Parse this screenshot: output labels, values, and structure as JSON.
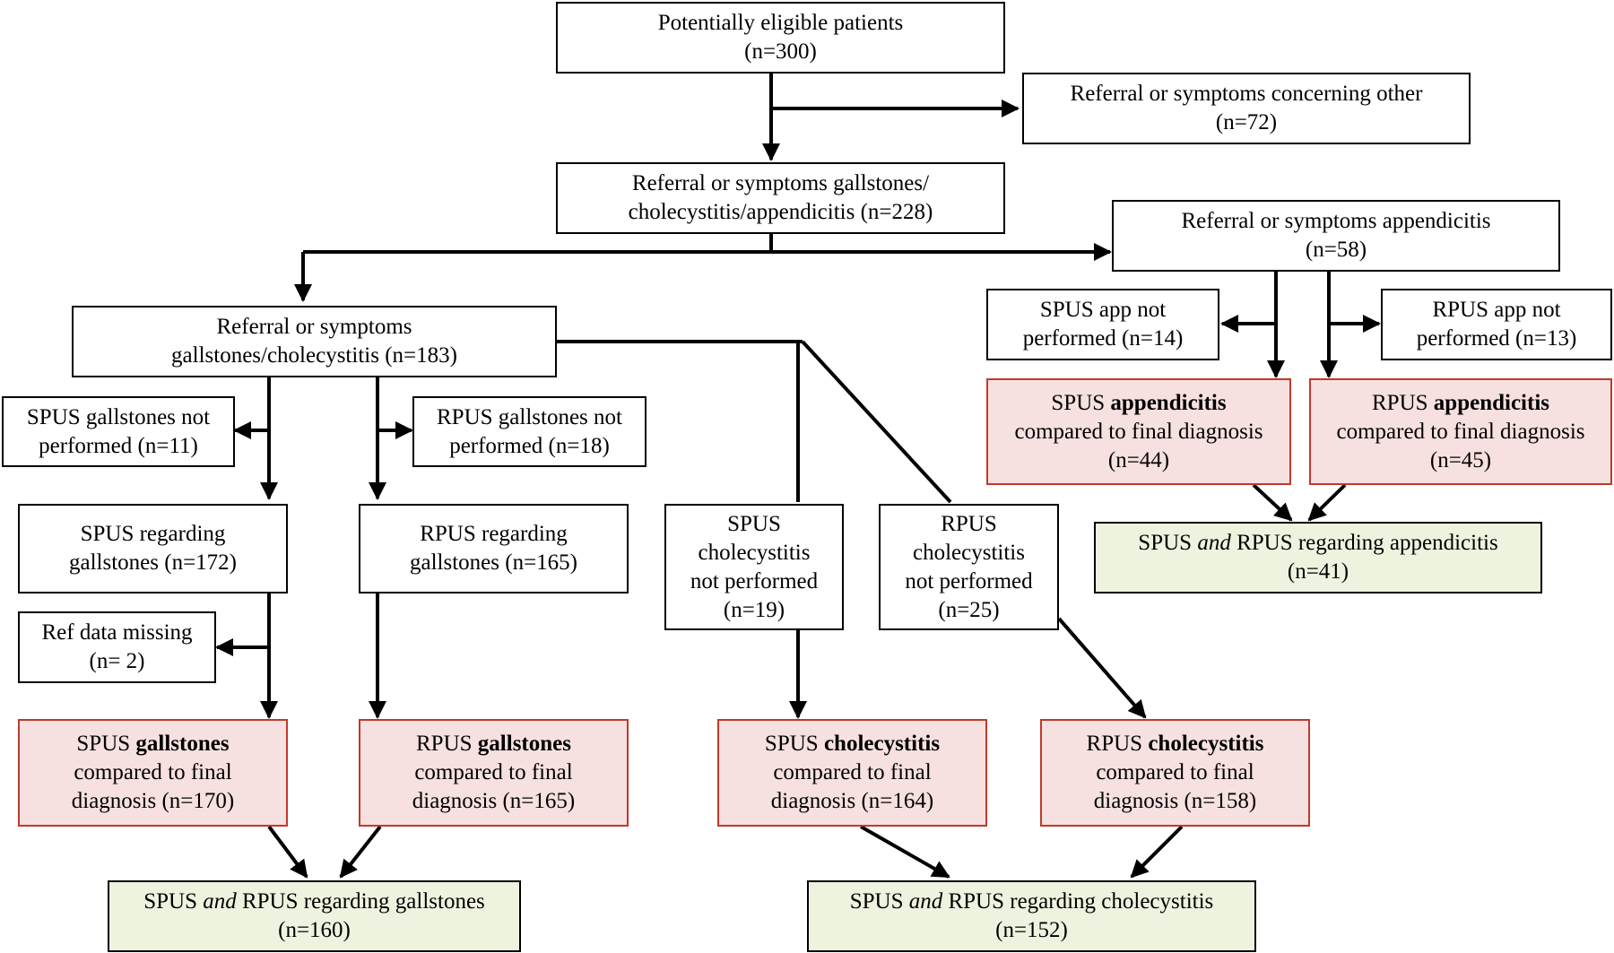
{
  "boxes": {
    "eligible": {
      "line1": "Potentially eligible patients",
      "line2": "(n=300)"
    },
    "other": {
      "line1": "Referral or symptoms concerning other",
      "line2": "(n=72)"
    },
    "gca": {
      "line1": "Referral or symptoms gallstones/",
      "line2": "cholecystitis/appendicitis (n=228)"
    },
    "appendicitis": {
      "line1": "Referral or symptoms appendicitis",
      "line2": "(n=58)"
    },
    "gc": {
      "line1": "Referral or symptoms",
      "line2": "gallstones/cholecystitis (n=183)"
    },
    "spus_app_np": {
      "line1": "SPUS app not",
      "line2": "performed (n=14)"
    },
    "rpus_app_np": {
      "line1": "RPUS app not",
      "line2": "performed (n=13)"
    },
    "spus_app": {
      "pre": "SPUS ",
      "bold": "appendicitis",
      "line2": "compared to final diagnosis",
      "line3": "(n=44)"
    },
    "rpus_app": {
      "pre": "RPUS ",
      "bold": "appendicitis",
      "line2": "compared to final diagnosis",
      "line3": "(n=45)"
    },
    "spus_gs_np": {
      "line1": "SPUS gallstones not",
      "line2": "performed (n=11)"
    },
    "rpus_gs_np": {
      "line1": "RPUS gallstones not",
      "line2": "performed (n=18)"
    },
    "both_app": {
      "pre": "SPUS ",
      "ital": "and",
      "post": " RPUS regarding appendicitis",
      "line2": "(n=41)"
    },
    "spus_gs_reg": {
      "line1": "SPUS regarding",
      "line2": "gallstones (n=172)"
    },
    "rpus_gs_reg": {
      "line1": "RPUS regarding",
      "line2": "gallstones (n=165)"
    },
    "spus_ch_np": {
      "line1": "SPUS",
      "line2": "cholecystitis",
      "line3": "not performed",
      "line4": "(n=19)"
    },
    "rpus_ch_np": {
      "line1": "RPUS",
      "line2": "cholecystitis",
      "line3": "not performed",
      "line4": "(n=25)"
    },
    "ref_missing": {
      "line1": "Ref data missing",
      "line2": "(n= 2)"
    },
    "spus_gs": {
      "pre": "SPUS ",
      "bold": "gallstones",
      "line2": "compared to final",
      "line3": "diagnosis (n=170)"
    },
    "rpus_gs": {
      "pre": "RPUS ",
      "bold": "gallstones",
      "line2": "compared to final",
      "line3": "diagnosis (n=165)"
    },
    "spus_ch": {
      "pre": "SPUS ",
      "bold": "cholecystitis",
      "line2": "compared to final",
      "line3": "diagnosis (n=164)"
    },
    "rpus_ch": {
      "pre": "RPUS ",
      "bold": "cholecystitis",
      "line2": "compared to final",
      "line3": "diagnosis (n=158)"
    },
    "both_gs": {
      "pre": "SPUS ",
      "ital": "and",
      "post": " RPUS regarding gallstones",
      "line2": "(n=160)"
    },
    "both_ch": {
      "pre": "SPUS ",
      "ital": "and",
      "post": " RPUS regarding cholecystitis",
      "line2": "(n=152)"
    }
  },
  "colors": {
    "included": "#f7e0e0",
    "included_border": "#c0392b",
    "combined": "#eef3df",
    "line": "#000000"
  }
}
